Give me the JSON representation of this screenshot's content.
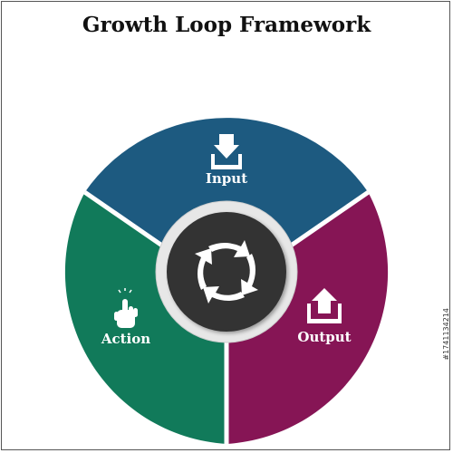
{
  "title": "Growth Loop Framework",
  "segments": [
    {
      "label": "Input",
      "color": "#1d5a80",
      "icon": "download-tray-icon"
    },
    {
      "label": "Output",
      "color": "#861555",
      "icon": "upload-tray-icon"
    },
    {
      "label": "Action",
      "color": "#117a5a",
      "icon": "hand-pointer-icon"
    }
  ],
  "center": {
    "color": "#333333",
    "icon": "cycle-arrows-icon"
  },
  "stock_id": "#174113421‌4"
}
